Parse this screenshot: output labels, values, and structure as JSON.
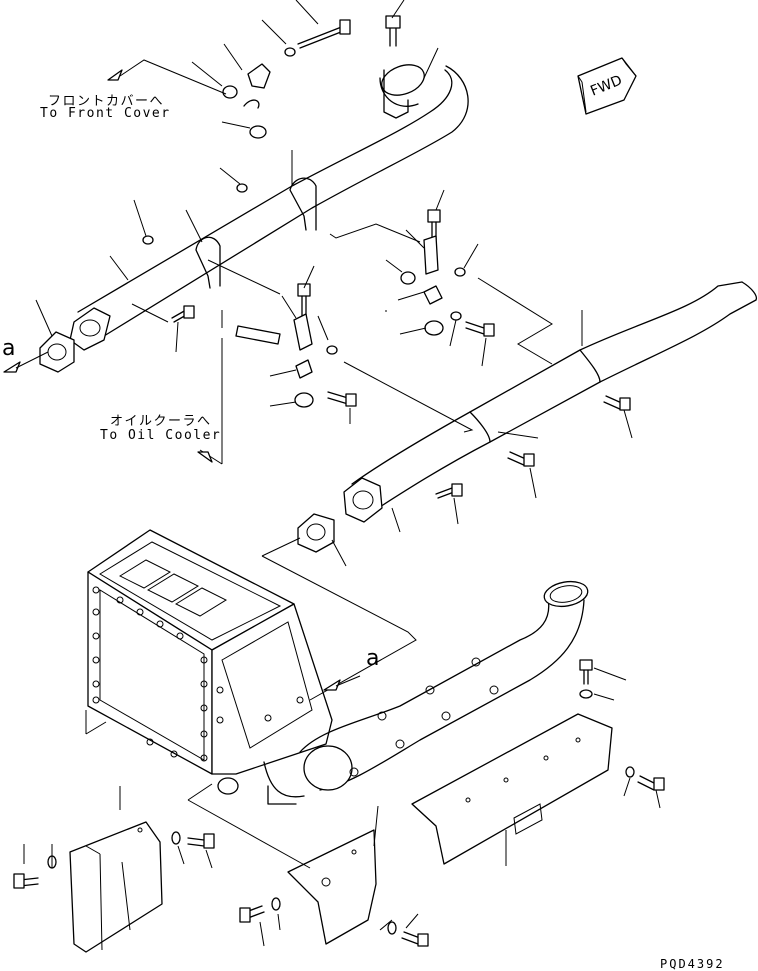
{
  "labels": {
    "front_cover_jp": "フロントカバーへ",
    "front_cover_en": "To Front Cover",
    "oil_cooler_jp": "オイルクーラへ",
    "oil_cooler_en": "To Oil Cooler",
    "ref_a_left": "a",
    "ref_a_right": "a",
    "fwd": "FWD",
    "drawing_code": "PQD4392"
  }
}
